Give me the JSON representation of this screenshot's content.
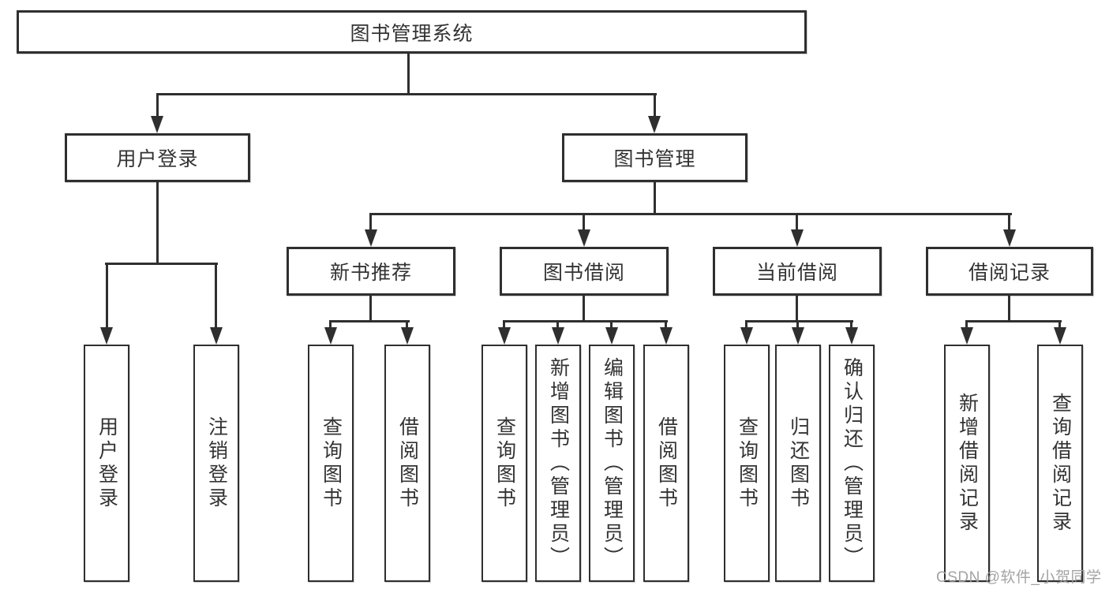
{
  "diagram": {
    "title": "图书管理系统",
    "level2": {
      "user_login": "用户登录",
      "book_management": "图书管理"
    },
    "level3": {
      "new_book_recommend": "新书推荐",
      "book_borrow": "图书借阅",
      "current_borrow": "当前借阅",
      "borrow_records": "借阅记录"
    },
    "leaves": {
      "user_login_leaf": "用户登录",
      "logout": "注销登录",
      "nb_query_book": "查询图书",
      "nb_borrow_book": "借阅图书",
      "bb_query_book": "查询图书",
      "bb_add_book": "新增图书（管理员）",
      "bb_edit_book": "编辑图书（管理员）",
      "bb_borrow_book": "借阅图书",
      "cb_query_book": "查询图书",
      "cb_return_book": "归还图书",
      "cb_confirm_return": "确认归还（管理员）",
      "br_add_record": "新增借阅记录",
      "br_query_record": "查询借阅记录"
    }
  },
  "watermark": "CSDN @软件_小贺同学",
  "colors": {
    "line": "#2f2f2f",
    "text": "#333333",
    "background": "#ffffff",
    "watermark": "#9e9e9e"
  }
}
